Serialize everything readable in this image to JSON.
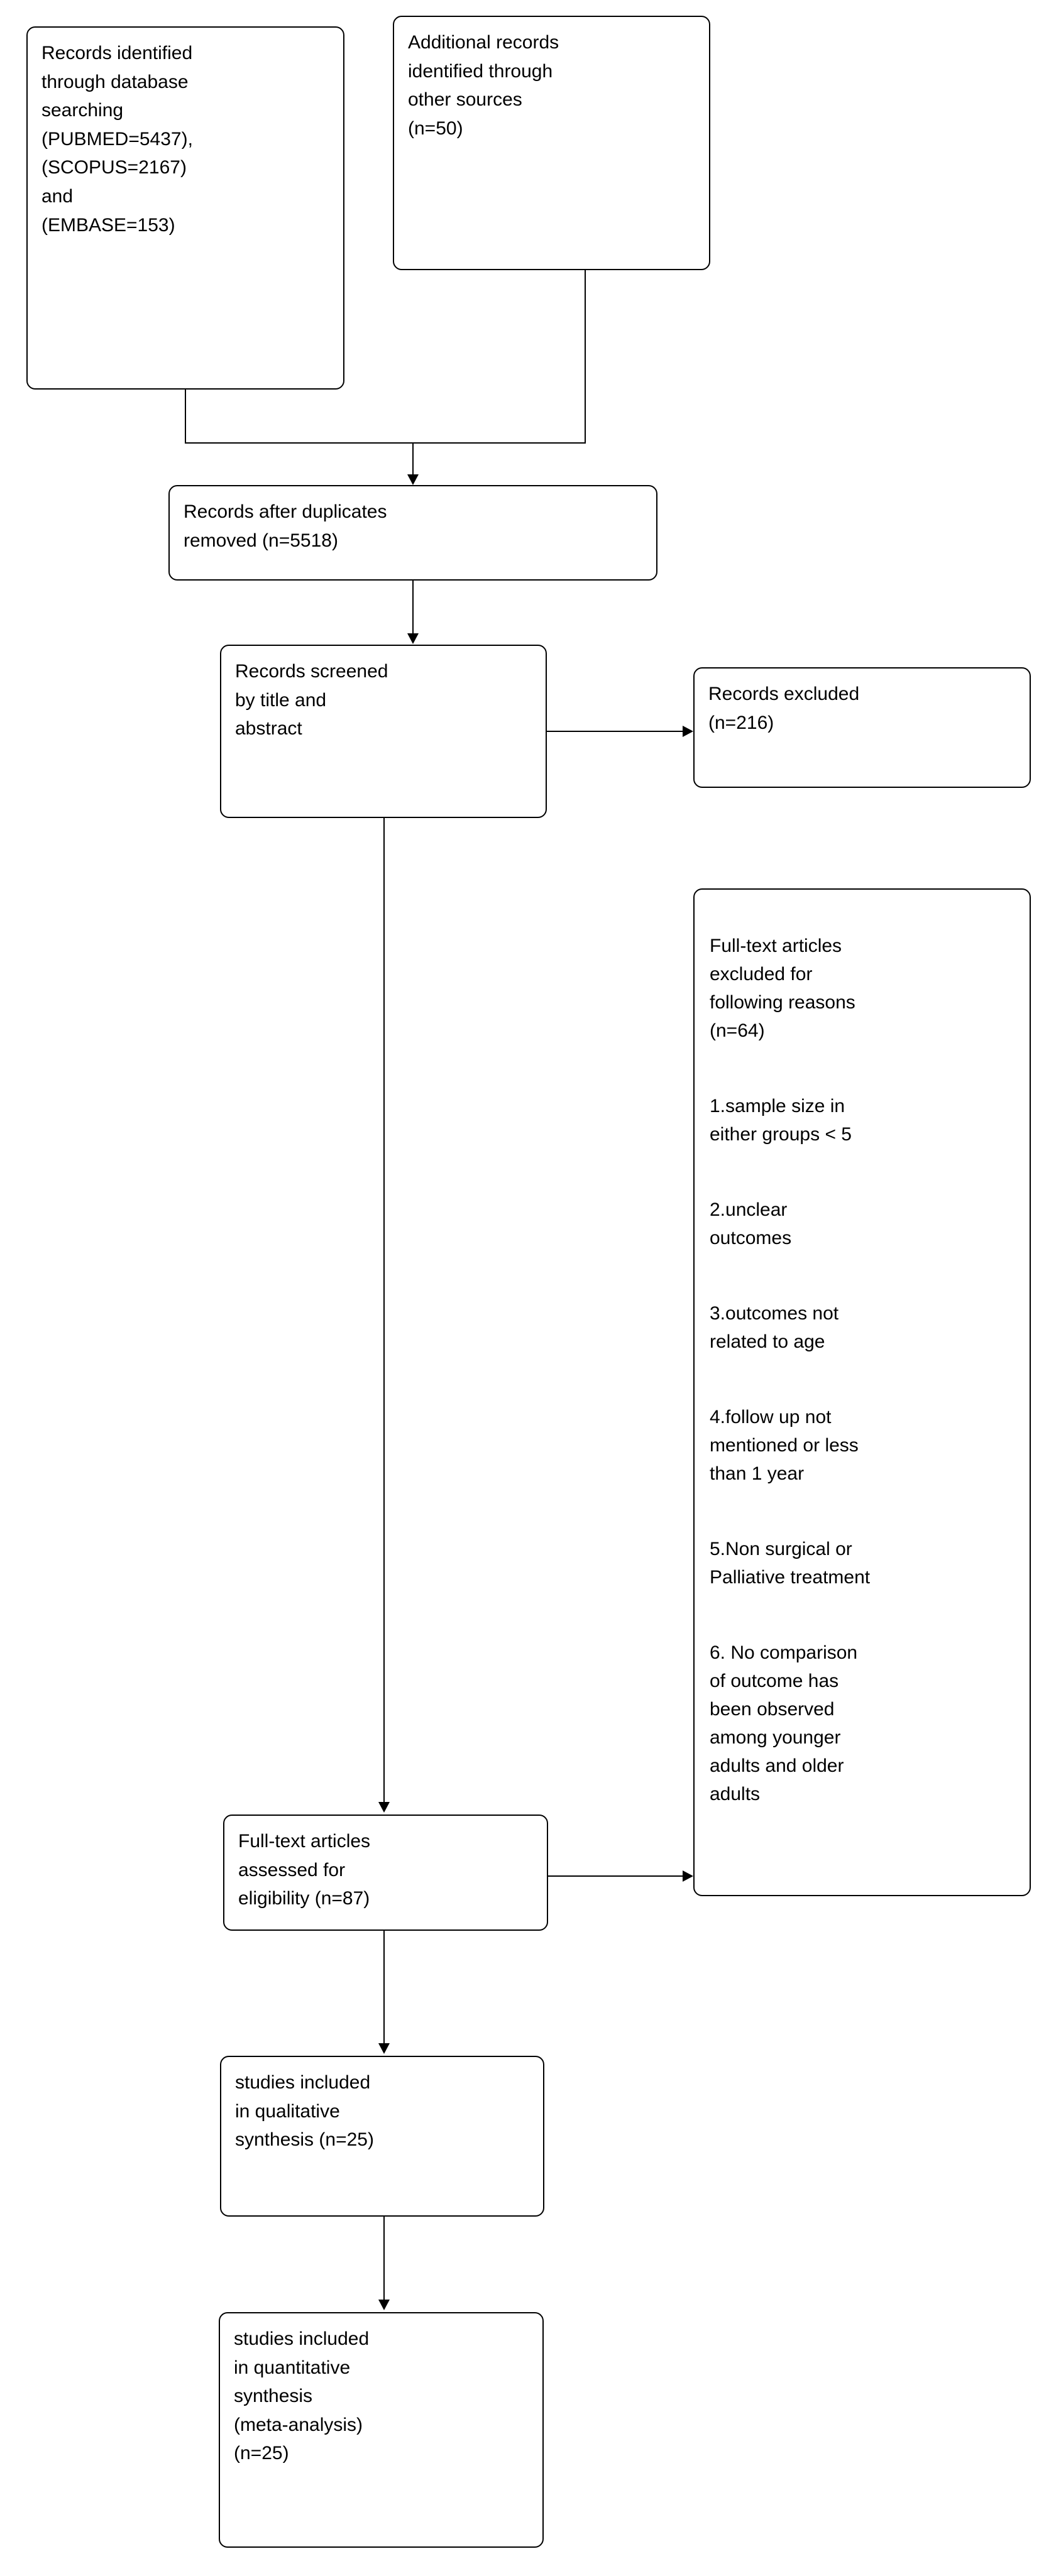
{
  "diagram": {
    "type": "prisma-flow-diagram",
    "nodes": {
      "database_search": {
        "text": "Records identified\nthrough database\nsearching\n(PUBMED=5437),\n(SCOPUS=2167)\nand\n(EMBASE=153)",
        "counts": {
          "PUBMED": 5437,
          "SCOPUS": 2167,
          "EMBASE": 153
        }
      },
      "other_sources": {
        "text": "Additional records\nidentified through\nother sources\n(n=50)",
        "count": 50
      },
      "duplicates_removed": {
        "text": "Records after duplicates\nremoved (n=5518)",
        "count": 5518
      },
      "records_screened": {
        "text": "Records screened\nby title and\nabstract"
      },
      "records_excluded": {
        "text": "Records excluded\n(n=216)",
        "count": 216
      },
      "fulltext_excluded": {
        "heading": "Full-text articles\nexcluded for\nfollowing reasons\n(n=64)",
        "count": 64,
        "reasons": [
          "1.sample size in\neither groups < 5",
          "2.unclear\noutcomes",
          "3.outcomes not\nrelated to age",
          "4.follow up not\nmentioned or less\nthan 1 year",
          "5.Non surgical or\nPalliative treatment",
          "6. No comparison\nof outcome has\nbeen observed\namong younger\nadults and older\nadults"
        ]
      },
      "fulltext_assessed": {
        "text": "Full-text articles\nassessed for\neligibility (n=87)",
        "count": 87
      },
      "qualitative_synthesis": {
        "text": "studies included\nin qualitative\nsynthesis (n=25)",
        "count": 25
      },
      "quantitative_synthesis": {
        "text": "studies included\nin quantitative\nsynthesis\n(meta-analysis)\n(n=25)",
        "count": 25
      }
    },
    "colors": {
      "stroke": "#000000",
      "fill": "#ffffff",
      "text": "#000000"
    }
  }
}
